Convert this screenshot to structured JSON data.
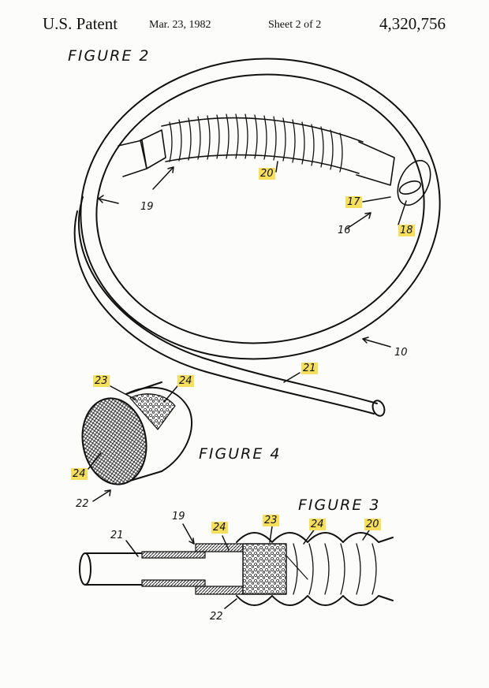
{
  "header": {
    "title": "U.S. Patent",
    "date": "Mar. 23, 1982",
    "sheet": "Sheet 2 of 2",
    "number": "4,320,756"
  },
  "figures": {
    "fig2": "FIGURE 2",
    "fig3": "FIGURE 3",
    "fig4": "FIGURE 4"
  },
  "refs": {
    "r10": "10",
    "r16": "16",
    "r17": "17",
    "r18": "18",
    "r19a": "19",
    "r20a": "20",
    "r21a": "21",
    "r23a": "23",
    "r24a": "24",
    "r24b": "24",
    "r22a": "22",
    "r19b": "19",
    "r21b": "21",
    "r24c": "24",
    "r23b": "23",
    "r24d": "24",
    "r20b": "20",
    "r22b": "22"
  },
  "highlight_color": "#f6df5c"
}
